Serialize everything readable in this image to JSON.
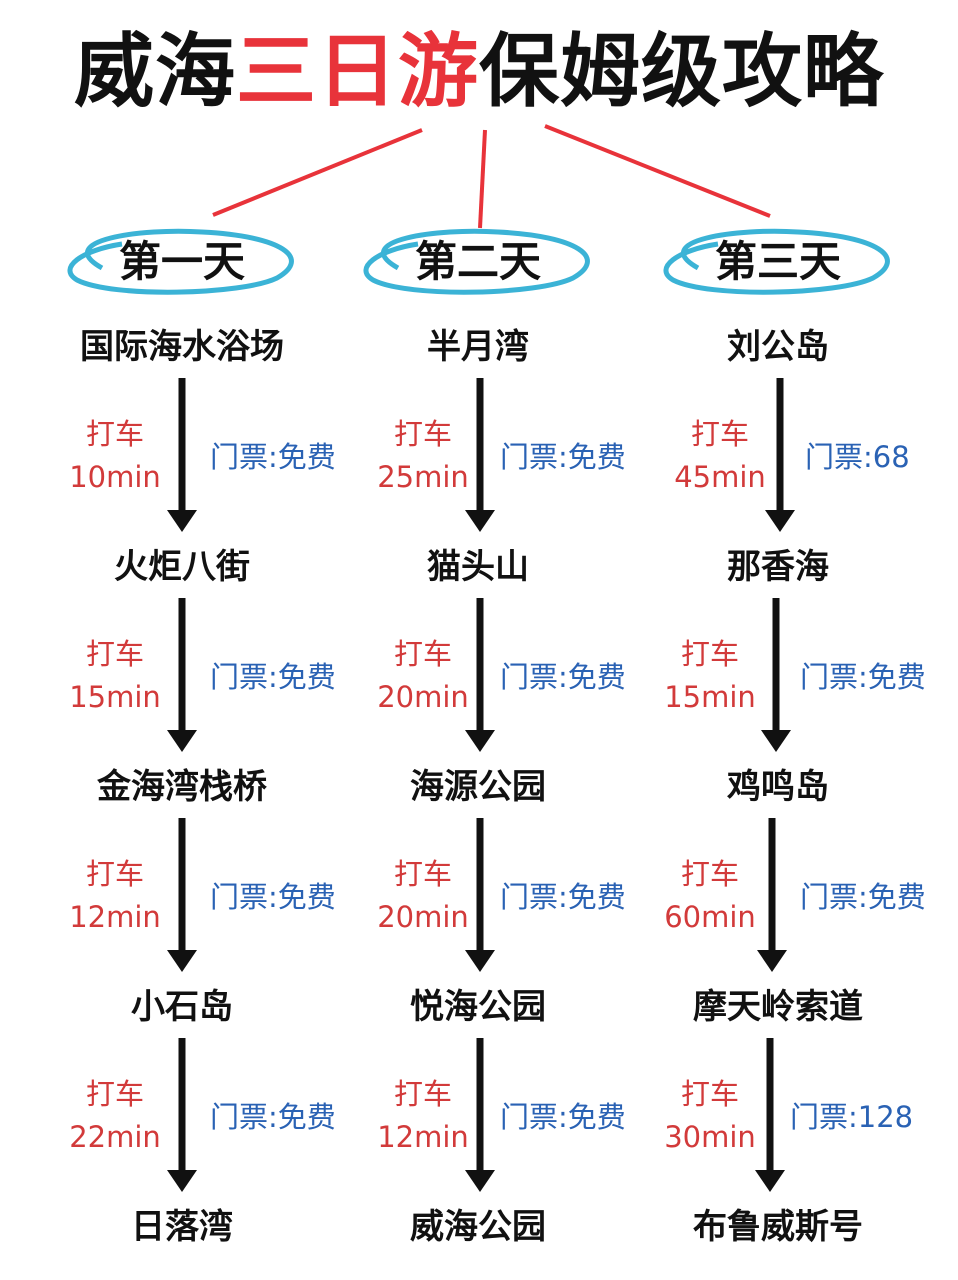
{
  "title": {
    "part1": "威海",
    "part2": "三日游",
    "part3": "保姆级攻略"
  },
  "colors": {
    "accent_red": "#e8333a",
    "taxi_red": "#d23a3a",
    "ticket_blue": "#2a62b4",
    "ellipse_blue": "#3bb3d6"
  },
  "days": [
    {
      "label": "第一天",
      "stops": [
        "国际海水浴场",
        "火炬八街",
        "金海湾栈桥",
        "小石岛",
        "日落湾"
      ],
      "legs": [
        {
          "mode": "打车",
          "time": "10min",
          "ticket": "门票:免费"
        },
        {
          "mode": "打车",
          "time": "15min",
          "ticket": "门票:免费"
        },
        {
          "mode": "打车",
          "time": "12min",
          "ticket": "门票:免费"
        },
        {
          "mode": "打车",
          "time": "22min",
          "ticket": "门票:免费"
        }
      ]
    },
    {
      "label": "第二天",
      "stops": [
        "半月湾",
        "猫头山",
        "海源公园",
        "悦海公园",
        "威海公园"
      ],
      "legs": [
        {
          "mode": "打车",
          "time": "25min",
          "ticket": "门票:免费"
        },
        {
          "mode": "打车",
          "time": "20min",
          "ticket": "门票:免费"
        },
        {
          "mode": "打车",
          "time": "20min",
          "ticket": "门票:免费"
        },
        {
          "mode": "打车",
          "time": "12min",
          "ticket": "门票:免费"
        }
      ]
    },
    {
      "label": "第三天",
      "stops": [
        "刘公岛",
        "那香海",
        "鸡鸣岛",
        "摩天岭索道",
        "布鲁威斯号"
      ],
      "legs": [
        {
          "mode": "打车",
          "time": "45min",
          "ticket": "门票:68"
        },
        {
          "mode": "打车",
          "time": "15min",
          "ticket": "门票:免费"
        },
        {
          "mode": "打车",
          "time": "60min",
          "ticket": "门票:免费"
        },
        {
          "mode": "打车",
          "time": "30min",
          "ticket": "门票:128"
        }
      ]
    }
  ]
}
